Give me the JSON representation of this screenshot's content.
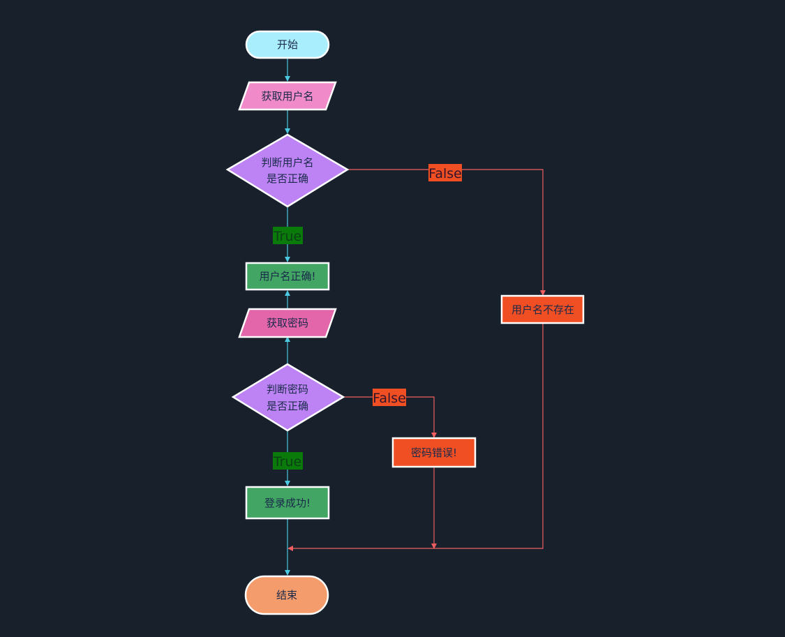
{
  "colors": {
    "background": "#18202c",
    "flow_edge": "#4cc9e0",
    "false_edge": "#ef5f5f",
    "node_border": "#ffffff",
    "node_text": "#1a2a4a",
    "start": "#a9eefc",
    "input_username": "#f08ac8",
    "decision": "#bd83f5",
    "success": "#42a563",
    "input_password": "#e466aa",
    "error": "#f04e23",
    "end": "#f59c6c",
    "true_label_bg": "#0a7a0a",
    "true_label_text": "#0c4016",
    "false_label_bg": "#f04e23",
    "false_label_text": "#33152a"
  },
  "nodes": {
    "start": {
      "label": "开始"
    },
    "get_username": {
      "label": "获取用户名"
    },
    "check_username": {
      "line1": "判断用户名",
      "line2": "是否正确"
    },
    "username_ok": {
      "label": "用户名正确!"
    },
    "get_password": {
      "label": "获取密码"
    },
    "check_password": {
      "line1": "判断密码",
      "line2": "是否正确"
    },
    "login_success": {
      "label": "登录成功!"
    },
    "password_error": {
      "label": "密码错误!"
    },
    "username_not_exist": {
      "label": "用户名不存在"
    },
    "end": {
      "label": "结束"
    }
  },
  "edge_labels": {
    "username_true": "True",
    "username_false": "False",
    "password_true": "True",
    "password_false": "False"
  }
}
